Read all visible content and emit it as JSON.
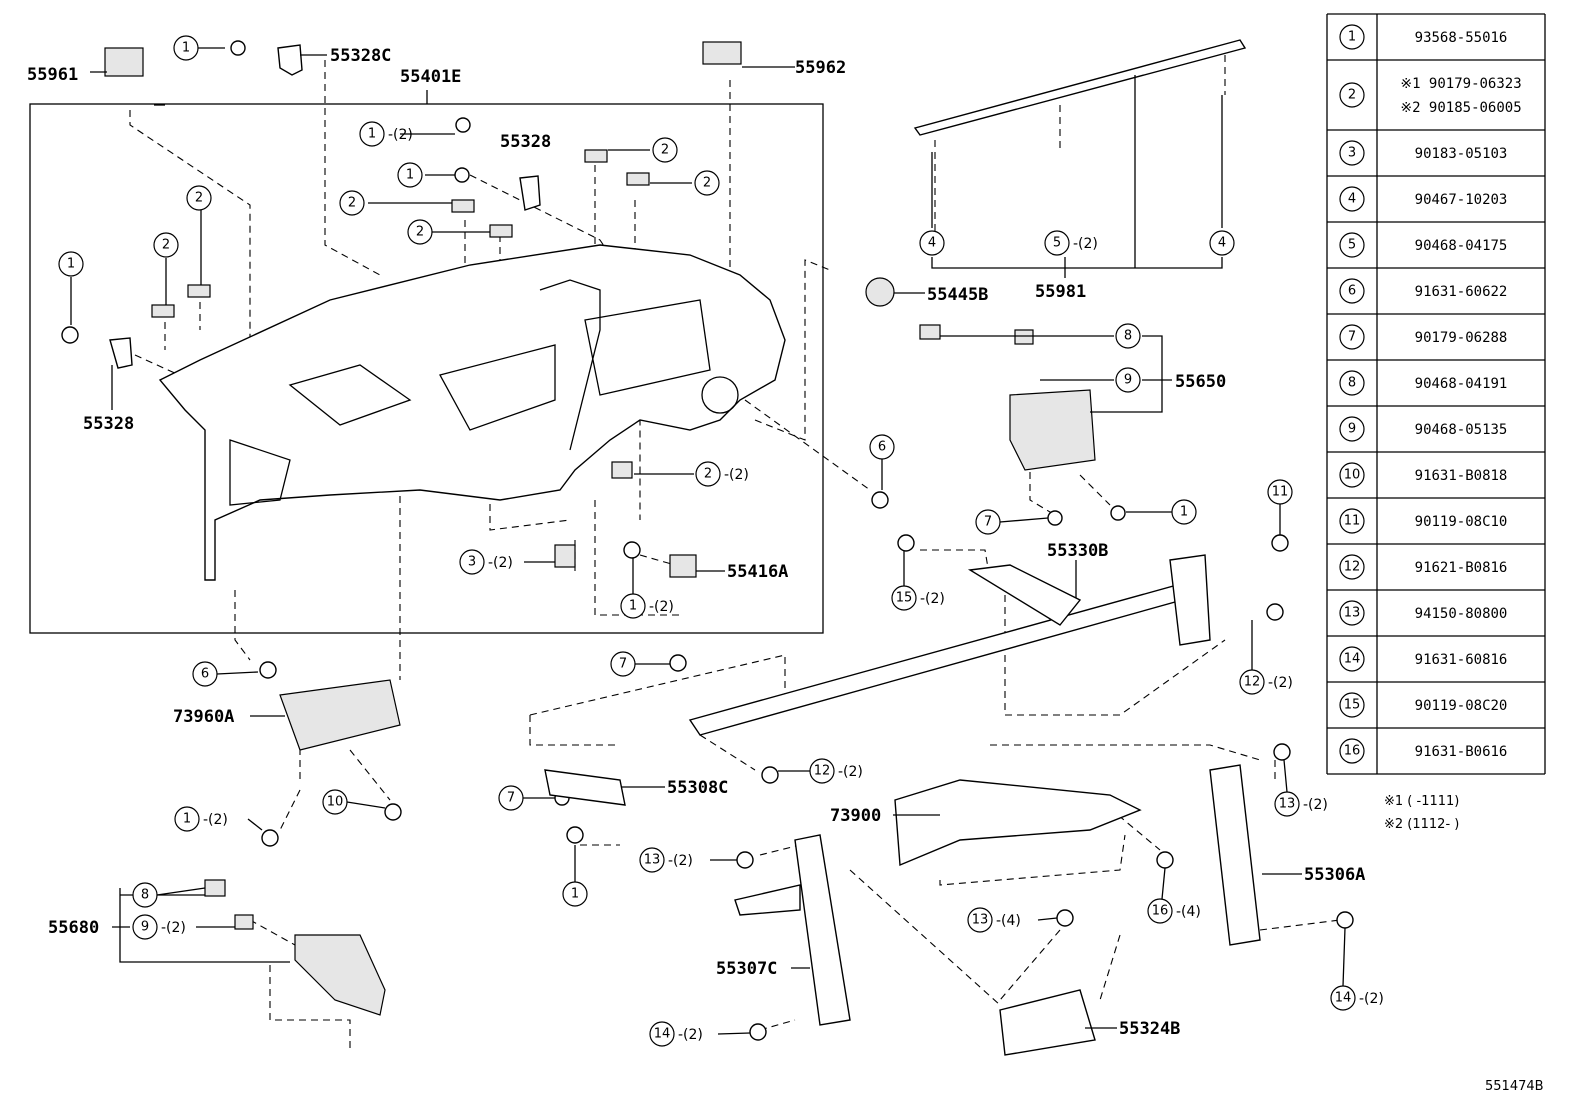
{
  "diagram_id": "551474B",
  "labels": [
    {
      "key": "l55961",
      "text": "55961"
    },
    {
      "key": "l55328C",
      "text": "55328C"
    },
    {
      "key": "l55401E",
      "text": "55401E"
    },
    {
      "key": "l55962",
      "text": "55962"
    },
    {
      "key": "l55328a",
      "text": "55328"
    },
    {
      "key": "l55328b",
      "text": "55328"
    },
    {
      "key": "l55445B",
      "text": "55445B"
    },
    {
      "key": "l55981",
      "text": "55981"
    },
    {
      "key": "l55650",
      "text": "55650"
    },
    {
      "key": "l55416A",
      "text": "55416A"
    },
    {
      "key": "l55330B",
      "text": "55330B"
    },
    {
      "key": "l73960A",
      "text": "73960A"
    },
    {
      "key": "l55308C",
      "text": "55308C"
    },
    {
      "key": "l73900",
      "text": "73900"
    },
    {
      "key": "l55306A",
      "text": "55306A"
    },
    {
      "key": "l55307C",
      "text": "55307C"
    },
    {
      "key": "l55324B",
      "text": "55324B"
    },
    {
      "key": "l55680",
      "text": "55680"
    }
  ],
  "callouts": [
    {
      "n": "1",
      "qty": ""
    },
    {
      "n": "1",
      "qty": "-(2)"
    },
    {
      "n": "1",
      "qty": ""
    },
    {
      "n": "2",
      "qty": ""
    },
    {
      "n": "2",
      "qty": ""
    },
    {
      "n": "2",
      "qty": ""
    },
    {
      "n": "2",
      "qty": ""
    },
    {
      "n": "2",
      "qty": ""
    },
    {
      "n": "2",
      "qty": ""
    },
    {
      "n": "1",
      "qty": ""
    },
    {
      "n": "4",
      "qty": ""
    },
    {
      "n": "5",
      "qty": "-(2)"
    },
    {
      "n": "4",
      "qty": ""
    },
    {
      "n": "8",
      "qty": ""
    },
    {
      "n": "9",
      "qty": ""
    },
    {
      "n": "6",
      "qty": ""
    },
    {
      "n": "2",
      "qty": "-(2)"
    },
    {
      "n": "3",
      "qty": "-(2)"
    },
    {
      "n": "1",
      "qty": "-(2)"
    },
    {
      "n": "7",
      "qty": ""
    },
    {
      "n": "1",
      "qty": ""
    },
    {
      "n": "11",
      "qty": ""
    },
    {
      "n": "15",
      "qty": "-(2)"
    },
    {
      "n": "12",
      "qty": "-(2)"
    },
    {
      "n": "6",
      "qty": ""
    },
    {
      "n": "7",
      "qty": ""
    },
    {
      "n": "12",
      "qty": "-(2)"
    },
    {
      "n": "1",
      "qty": "-(2)"
    },
    {
      "n": "10",
      "qty": ""
    },
    {
      "n": "7",
      "qty": ""
    },
    {
      "n": "1",
      "qty": ""
    },
    {
      "n": "13",
      "qty": "-(2)"
    },
    {
      "n": "13",
      "qty": "-(2)"
    },
    {
      "n": "16",
      "qty": "-(4)"
    },
    {
      "n": "13",
      "qty": "-(4)"
    },
    {
      "n": "14",
      "qty": "-(2)"
    },
    {
      "n": "14",
      "qty": "-(2)"
    },
    {
      "n": "8",
      "qty": ""
    },
    {
      "n": "9",
      "qty": "-(2)"
    },
    {
      "n": "1",
      "qty": ""
    }
  ],
  "parts_table": [
    {
      "n": "1",
      "lines": [
        "93568-55016"
      ]
    },
    {
      "n": "2",
      "lines": [
        "※1 90179-06323",
        "※2 90185-06005"
      ]
    },
    {
      "n": "3",
      "lines": [
        "90183-05103"
      ]
    },
    {
      "n": "4",
      "lines": [
        "90467-10203"
      ]
    },
    {
      "n": "5",
      "lines": [
        "90468-04175"
      ]
    },
    {
      "n": "6",
      "lines": [
        "91631-60622"
      ]
    },
    {
      "n": "7",
      "lines": [
        "90179-06288"
      ]
    },
    {
      "n": "8",
      "lines": [
        "90468-04191"
      ]
    },
    {
      "n": "9",
      "lines": [
        "90468-05135"
      ]
    },
    {
      "n": "10",
      "lines": [
        "91631-B0818"
      ]
    },
    {
      "n": "11",
      "lines": [
        "90119-08C10"
      ]
    },
    {
      "n": "12",
      "lines": [
        "91621-B0816"
      ]
    },
    {
      "n": "13",
      "lines": [
        "94150-80800"
      ]
    },
    {
      "n": "14",
      "lines": [
        "91631-60816"
      ]
    },
    {
      "n": "15",
      "lines": [
        "90119-08C20"
      ]
    },
    {
      "n": "16",
      "lines": [
        "91631-B0616"
      ]
    }
  ],
  "notes": [
    "※1 (    -1111)",
    "※2 (1112-    )"
  ]
}
